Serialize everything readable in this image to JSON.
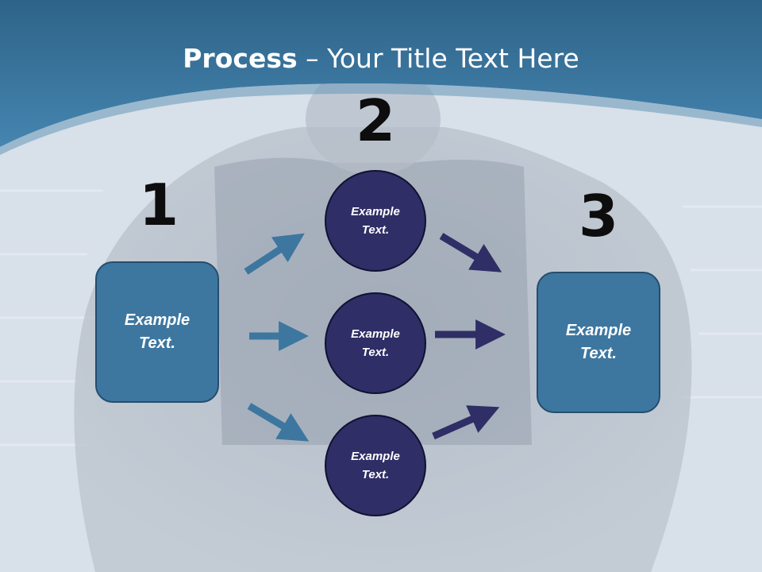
{
  "title": {
    "bold": "Process",
    "rest": " – Your Title Text Here"
  },
  "steps": [
    {
      "number": "1",
      "label": "Example Text."
    },
    {
      "number": "2",
      "items": [
        "Example Text.",
        "Example Text.",
        "Example Text."
      ]
    },
    {
      "number": "3",
      "label": "Example Text."
    }
  ],
  "colors": {
    "header": "#3d7aa5",
    "box_fill": "#3d77a0",
    "circle_fill": "#2f2e66",
    "arrow_light": "#3d77a0",
    "arrow_dark": "#2f2e66",
    "number": "#0d0d0d"
  }
}
